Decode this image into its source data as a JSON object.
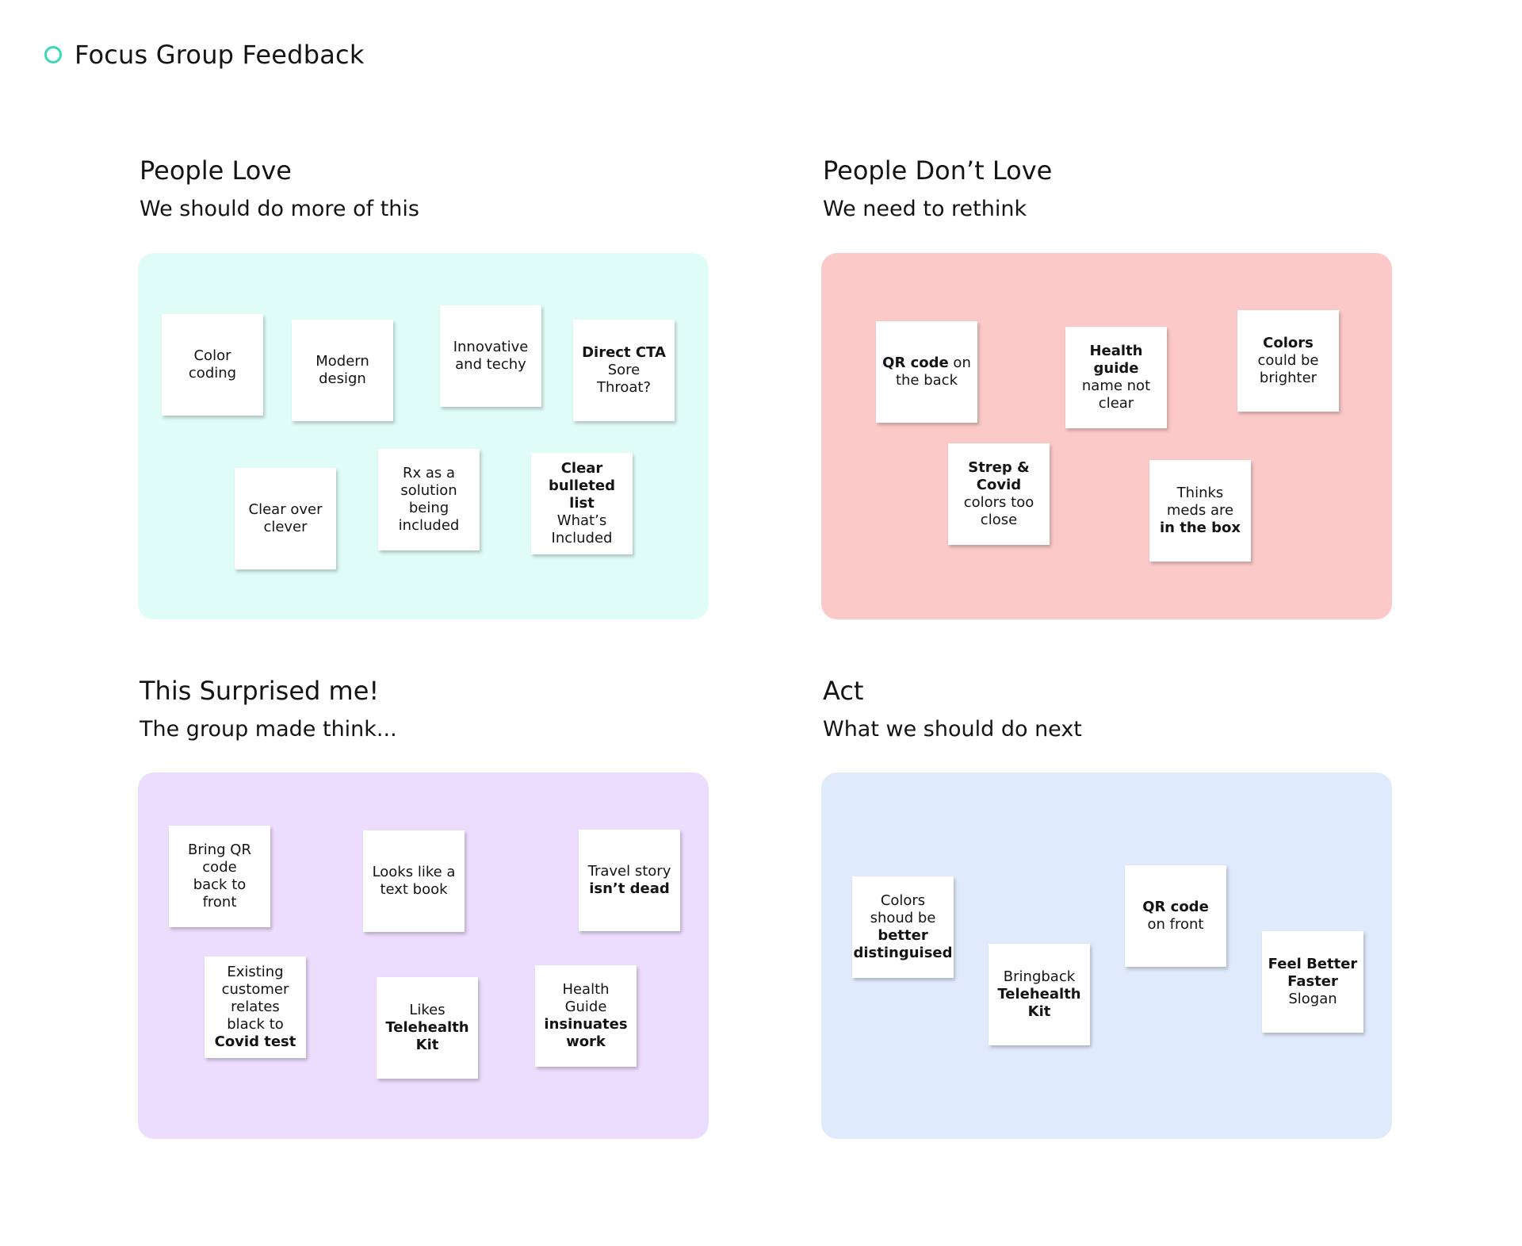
{
  "board": {
    "title": "Focus Group Feedback"
  },
  "colors": {
    "accent": "#3ad9b5",
    "love": "#e0fcf7",
    "dont_love": "#fcc9c9",
    "surprised": "#ecdcfd",
    "act": "#dfeafd"
  },
  "sections": {
    "love": {
      "title": "People Love",
      "subtitle": "We should do more of this"
    },
    "dont_love": {
      "title": "People Don’t Love",
      "subtitle": "We need to rethink"
    },
    "surprised": {
      "title": "This Surprised me!",
      "subtitle": "The group made think..."
    },
    "act": {
      "title": "Act",
      "subtitle": "What we should do next"
    }
  },
  "notes": {
    "love": [
      {
        "text": "Color\ncoding"
      },
      {
        "text": "Modern\ndesign"
      },
      {
        "text": "Innovative\nand techy"
      },
      {
        "bold": "Direct CTA",
        "text": "Sore\nThroat?"
      },
      {
        "text": "Clear over\nclever"
      },
      {
        "text": "Rx as a\nsolution\nbeing\nincluded"
      },
      {
        "bold": "Clear\nbulleted list",
        "text": "What’s\nIncluded"
      }
    ],
    "dont_love": [
      {
        "bold": "QR code",
        "text": " on\nthe back"
      },
      {
        "bold": "Health\nguide",
        "text": "name not\nclear"
      },
      {
        "bold": "Colors",
        "text": "could be\nbrighter"
      },
      {
        "bold": "Strep &\nCovid",
        "text": "colors too\nclose"
      },
      {
        "text": "Thinks\nmeds are",
        "bold_after": "in the box"
      }
    ],
    "surprised": [
      {
        "text": "Bring QR\ncode\nback to\nfront"
      },
      {
        "text": "Looks like a\ntext book"
      },
      {
        "text": "Travel story",
        "bold_after": "isn’t dead"
      },
      {
        "text": "Existing\ncustomer\nrelates\nblack to",
        "bold_after": "Covid test"
      },
      {
        "text": "Likes",
        "bold_after": "Telehealth\nKit"
      },
      {
        "text": "Health\nGuide",
        "bold_after": "insinuates\nwork"
      }
    ],
    "act": [
      {
        "text": "Colors\nshoud be",
        "bold_after": "better\ndistinguised"
      },
      {
        "text": "Bringback",
        "bold_after": "Telehealth\nKit"
      },
      {
        "bold": "QR code",
        "text": "on front"
      },
      {
        "bold": "Feel Better\nFaster",
        "text": "Slogan"
      }
    ]
  }
}
